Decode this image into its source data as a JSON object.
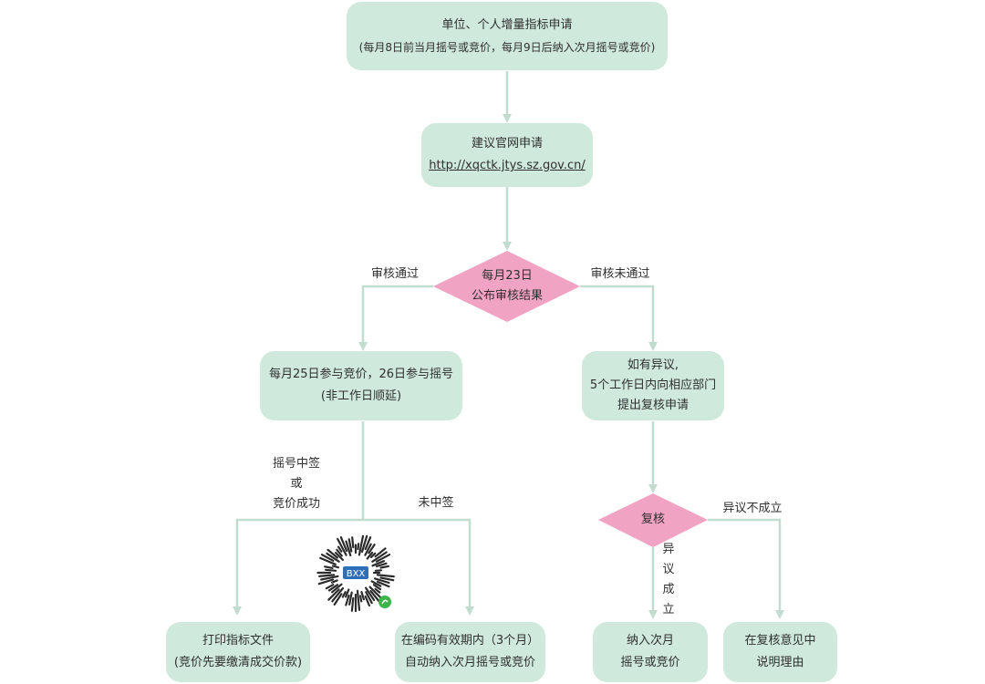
{
  "nodes": {
    "apply": {
      "line1": "单位、个人增量指标申请",
      "line2": "(每月8日前当月摇号或竞价，每月9日后纳入次月摇号或竞价)"
    },
    "online": {
      "line1": "建议官网申请",
      "link": "http://xqctk.jtys.sz.gov.cn/"
    },
    "review": {
      "line1": "每月23日",
      "line2": "公布审核结果"
    },
    "lottery": {
      "line1": "每月25日参与竞价，26日参与摇号",
      "line2": "(非工作日顺延)"
    },
    "objection": {
      "line1": "如有异议,",
      "line2": "5个工作日内向相应部门",
      "line3": "提出复核申请"
    },
    "recheck": {
      "label": "复核"
    },
    "print": {
      "line1": "打印指标文件",
      "line2": "(竞价先要缴清成交价款)"
    },
    "auto_next": {
      "line1": "在编码有效期内（3个月）",
      "line2": "自动纳入次月摇号或竞价"
    },
    "next_month": {
      "line1": "纳入次月",
      "line2": "摇号或竞价"
    },
    "explain": {
      "line1": "在复核意见中",
      "line2": "说明理由"
    }
  },
  "edges": {
    "passed": "审核通过",
    "not_passed": "审核未通过",
    "win_line1": "摇号中签",
    "win_line2": "或",
    "win_line3": "竞价成功",
    "not_win": "未中签",
    "objection_ok": [
      "异",
      "议",
      "成",
      "立"
    ],
    "objection_fail": "异议不成立"
  },
  "qr_code": {
    "center_text": "BXX"
  },
  "colors": {
    "box_fill": "#cfe9dc",
    "diamond_fill": "#f0a3c3",
    "line": "#c2ddd0",
    "text": "#2f2f2f"
  }
}
